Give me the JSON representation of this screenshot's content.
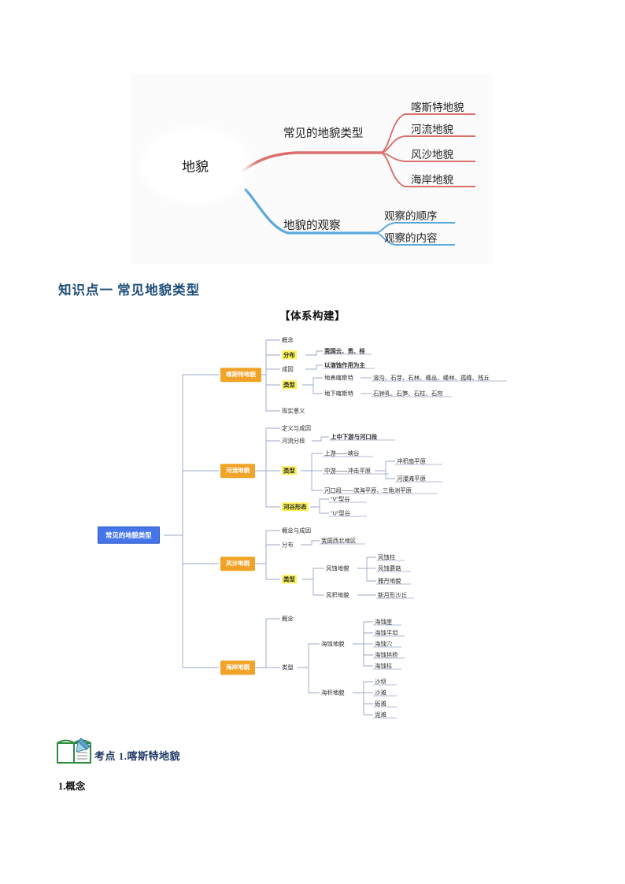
{
  "top_mindmap": {
    "root": "地貌",
    "branches": [
      {
        "label": "常见的地貌类型",
        "color": "#d9706e",
        "children": [
          "喀斯特地貌",
          "河流地貌",
          "风沙地貌",
          "海岸地貌"
        ]
      },
      {
        "label": "地貌的观察",
        "color": "#5aa9dc",
        "children": [
          "观察的顺序",
          "观察的内容"
        ]
      }
    ]
  },
  "section": {
    "heading": "知识点一  常见地貌类型",
    "subheading": "【体系构建】"
  },
  "big_mindmap": {
    "center": "常见的地貌类型",
    "colors": {
      "center_fill": "#4575e8",
      "main_fill": "#f0a326",
      "highlight": "#fdf35a",
      "line": "#9aa7c7"
    },
    "branches": [
      {
        "label": "喀斯特地貌",
        "items": [
          {
            "label": "概念",
            "highlight": false,
            "values": []
          },
          {
            "label": "分布",
            "highlight": true,
            "values": [
              "我国云、贵、桂"
            ]
          },
          {
            "label": "成因",
            "highlight": false,
            "values": [
              "以溶蚀作用为主"
            ]
          },
          {
            "label": "类型",
            "highlight": true,
            "subs": [
              {
                "label": "地表喀斯特",
                "values": [
                  "溶沟、石芽、石林、峰丛、峰林、孤峰、残丘"
                ]
              },
              {
                "label": "地下喀斯特",
                "values": [
                  "石钟乳、石笋、石柱、石帘"
                ]
              }
            ]
          },
          {
            "label": "现实意义",
            "highlight": false,
            "values": []
          }
        ]
      },
      {
        "label": "河流地貌",
        "items": [
          {
            "label": "定义与成因",
            "highlight": false,
            "values": []
          },
          {
            "label": "河流分段",
            "highlight": false,
            "values": [
              "上中下游与河口段"
            ]
          },
          {
            "label": "类型",
            "highlight": true,
            "subs": [
              {
                "label": "上游——峡谷",
                "values": []
              },
              {
                "label": "中游——冲击平原",
                "values": [
                  "冲积扇平原",
                  "河漫滩平原"
                ]
              },
              {
                "label": "河口段——滨海平原、三角洲平原",
                "values": []
              }
            ]
          },
          {
            "label": "河谷形态",
            "highlight": true,
            "values": [
              "“V”型谷",
              "“U”型谷"
            ]
          }
        ]
      },
      {
        "label": "风沙地貌",
        "items": [
          {
            "label": "概念与成因",
            "highlight": false,
            "values": []
          },
          {
            "label": "分布",
            "highlight": false,
            "values": [
              "我国西北地区"
            ]
          },
          {
            "label": "类型",
            "highlight": true,
            "subs": [
              {
                "label": "风蚀地貌",
                "values": [
                  "风蚀柱",
                  "风蚀蘑菇",
                  "雅丹地貌"
                ]
              },
              {
                "label": "风积地貌",
                "values": [
                  "新月形沙丘"
                ]
              }
            ]
          }
        ]
      },
      {
        "label": "海岸地貌",
        "items": [
          {
            "label": "概念",
            "highlight": false,
            "values": []
          },
          {
            "label": "类型",
            "highlight": false,
            "subs": [
              {
                "label": "海蚀地貌",
                "values": [
                  "海蚀崖",
                  "海蚀平坦",
                  "海蚀穴",
                  "海蚀拱桥",
                  "海蚀柱"
                ]
              },
              {
                "label": "海积地貌",
                "values": [
                  "沙坝",
                  "沙滩",
                  "砾滩",
                  "泥滩"
                ]
              }
            ]
          }
        ]
      }
    ]
  },
  "bottom": {
    "kaodian": "考点 1.喀斯特地貌",
    "concept": "1.概念"
  }
}
